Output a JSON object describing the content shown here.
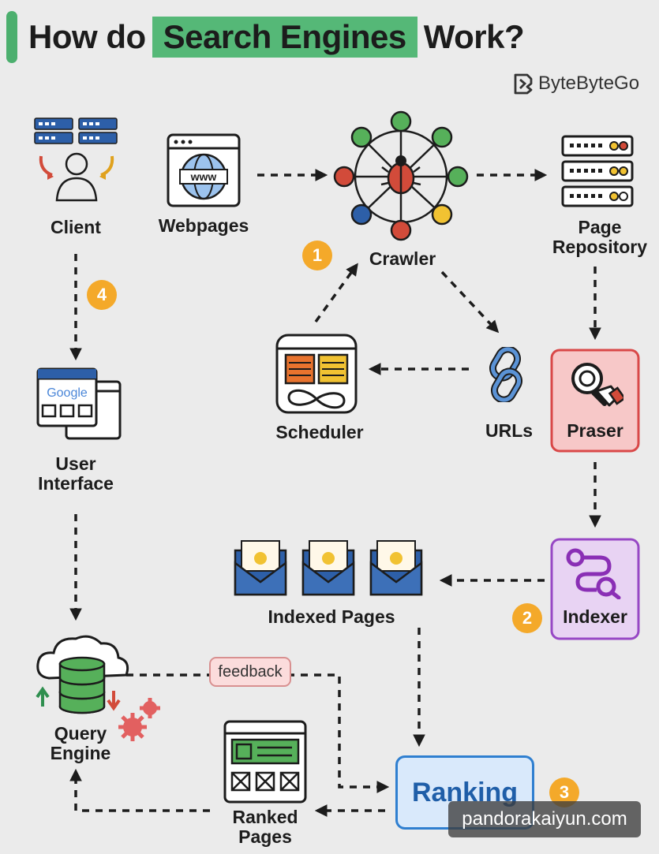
{
  "title": {
    "prefix": "How do",
    "highlight": "Search Engines",
    "suffix": "Work?"
  },
  "brand": "ByteByteGo",
  "nodes": {
    "client": "Client",
    "webpages": "Webpages",
    "crawler": "Crawler",
    "page_repository": "Page Repository",
    "scheduler": "Scheduler",
    "urls": "URLs",
    "parser": "Praser",
    "user_interface": "User Interface",
    "indexed_pages": "Indexed Pages",
    "indexer": "Indexer",
    "query_engine": "Query Engine",
    "ranked_pages": "Ranked Pages",
    "ranking": "Ranking",
    "feedback": "feedback"
  },
  "icon_text": {
    "www": "www",
    "google": "Google"
  },
  "steps": [
    "1",
    "2",
    "3",
    "4"
  ],
  "watermark": "pandorakaiyun.com",
  "colors": {
    "title_highlight": "#55b877",
    "badge": "#f4a92a",
    "parser_box": "#f7c8c8",
    "indexer_box": "#e8d3f3",
    "ranking_box": "#d9e9fb",
    "feedback_tag": "#fbdcdc"
  }
}
